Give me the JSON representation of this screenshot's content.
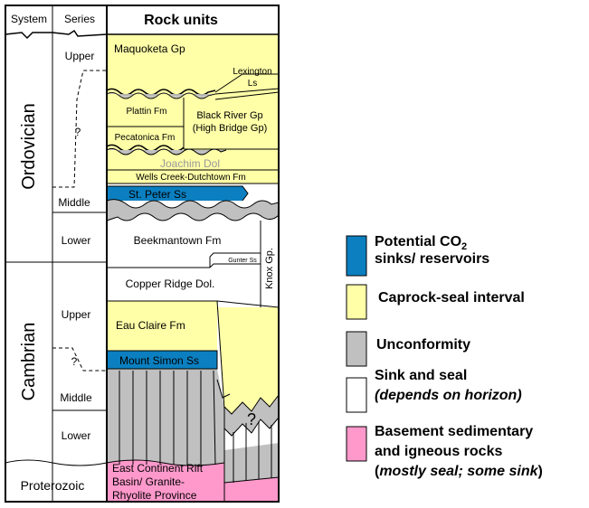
{
  "header": {
    "system": "System",
    "series": "Series",
    "rock_units": "Rock units"
  },
  "systems": {
    "ordovician": "Ordovician",
    "cambrian": "Cambrian",
    "proterozoic": "Proterozoic"
  },
  "series": {
    "ord_upper": "Upper",
    "ord_q": "?",
    "ord_middle": "Middle",
    "ord_lower": "Lower",
    "cam_upper": "Upper",
    "cam_q": "?",
    "cam_middle": "Middle",
    "cam_lower": "Lower"
  },
  "units": {
    "maquoketa": "Maquoketa Gp",
    "lexington_1": "Lexington",
    "lexington_2": "Ls",
    "plattin": "Plattin Fm",
    "black_river_1": "Black River Gp",
    "black_river_2": "(High Bridge Gp)",
    "pecatonica": "Pecatonica Fm",
    "joachim": "Joachim Dol",
    "wells_creek": "Wells Creek-Dutchtown Fm",
    "st_peter": "St. Peter Ss",
    "beekmantown": "Beekmantown Fm",
    "gunter": "Gunter Ss",
    "knox": "Knox Gp.",
    "copper_ridge": "Copper Ridge Dol.",
    "eau_claire": "Eau Claire  Fm",
    "mount_simon": "Mount Simon Ss",
    "unknown": "?",
    "basement_1": "East Continent Rift",
    "basement_2": "Basin/ Granite-",
    "basement_3": "Rhyolite Province"
  },
  "legend": [
    {
      "color": "#0b7fc0",
      "line1": "Potential CO",
      "sub": "2",
      "line2": "sinks/ reservoirs"
    },
    {
      "color": "#ffffa8",
      "line1": "Caprock-seal interval"
    },
    {
      "color": "#c0c0c0",
      "line1": "Unconformity"
    },
    {
      "color": "#ffffff",
      "line1": "Sink and seal",
      "line2": "(depends on horizon)"
    },
    {
      "color": "#ff99cc",
      "line1": "Basement sedimentary",
      "line2": "and  igneous rocks",
      "line3_italic": "mostly seal; some sink"
    }
  ],
  "colors": {
    "sink": "#0b7fc0",
    "seal": "#ffffa8",
    "unconformity": "#c0c0c0",
    "basement": "#ff99cc"
  }
}
